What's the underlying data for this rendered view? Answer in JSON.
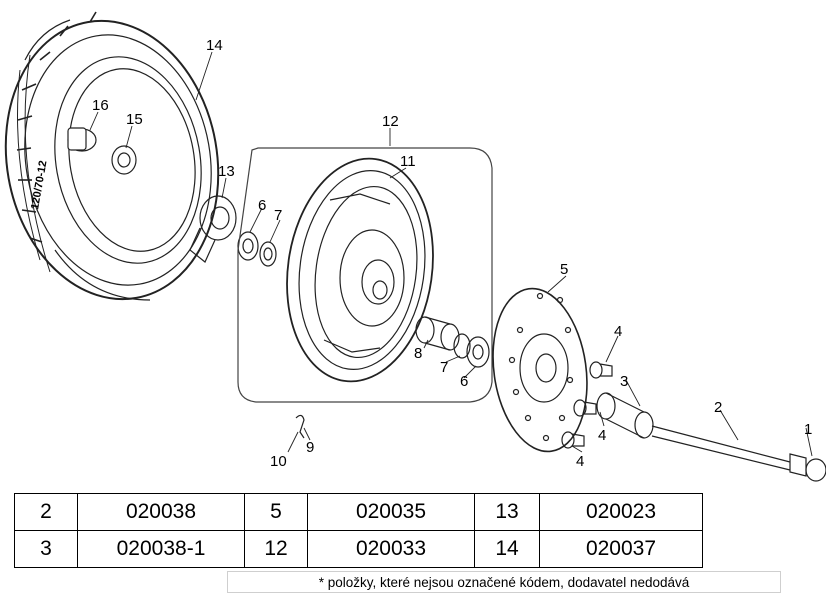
{
  "diagram": {
    "callouts": [
      "1",
      "2",
      "3",
      "4",
      "4",
      "4",
      "5",
      "6",
      "6",
      "7",
      "7",
      "8",
      "9",
      "10",
      "11",
      "12",
      "13",
      "14",
      "15",
      "16"
    ],
    "tire_sidewall_text": "120/70-12"
  },
  "parts_table": {
    "rows": [
      [
        {
          "pos": "2",
          "code": "020038"
        },
        {
          "pos": "5",
          "code": "020035"
        },
        {
          "pos": "13",
          "code": "020023"
        }
      ],
      [
        {
          "pos": "3",
          "code": "020038-1"
        },
        {
          "pos": "12",
          "code": "020033"
        },
        {
          "pos": "14",
          "code": "020037"
        }
      ]
    ]
  },
  "note": "* položky, které nejsou označené kódem, dodavatel nedodává"
}
